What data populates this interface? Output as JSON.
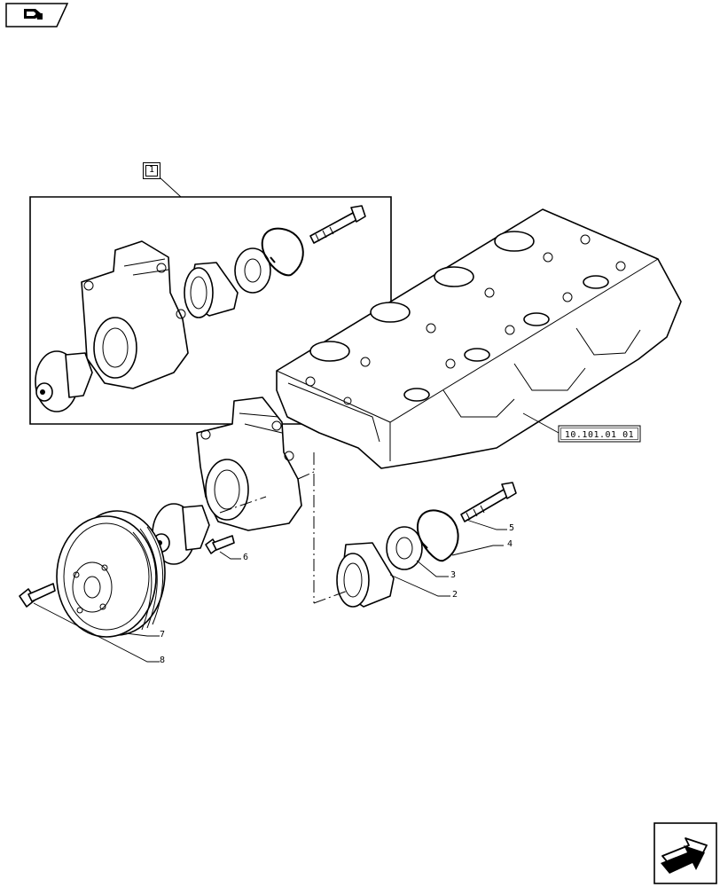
{
  "nav": {
    "previous_icon": "previous-page-arrow-icon",
    "next_icon": "next-page-arrow-icon"
  },
  "kit_callout": {
    "label": "1"
  },
  "cross_reference": {
    "label": "10.101.01 01"
  },
  "callouts": [
    {
      "id": "2",
      "label": "2"
    },
    {
      "id": "3",
      "label": "3"
    },
    {
      "id": "4",
      "label": "4"
    },
    {
      "id": "5",
      "label": "5"
    },
    {
      "id": "6",
      "label": "6"
    },
    {
      "id": "7",
      "label": "7"
    },
    {
      "id": "8",
      "label": "8"
    }
  ],
  "icons": {
    "cylinder_head": "cylinder-head-icon",
    "water_pump": "water-pump-housing-icon",
    "pulley": "fan-pulley-icon",
    "bearing": "bearing-icon",
    "seal": "seal-ring-icon",
    "snap_ring": "snap-ring-icon",
    "bolt": "bolt-icon",
    "hub": "pump-hub-icon"
  }
}
